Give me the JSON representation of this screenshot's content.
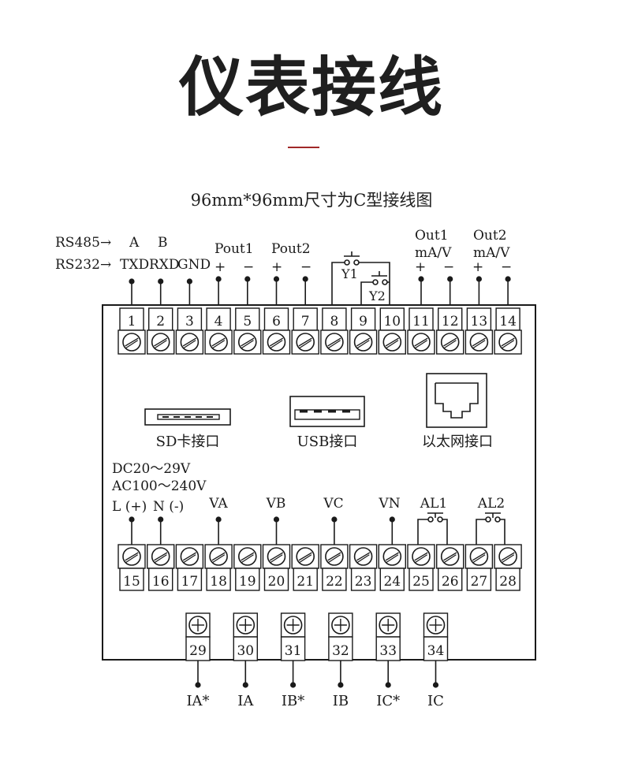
{
  "title": "仪表接线",
  "subtitle": "96mm*96mm尺寸为C型接线图",
  "accent_color": "#a02828",
  "comm": {
    "rs485": "RS485",
    "rs232": "RS232",
    "arrow": "→",
    "rs485_pins": [
      "A",
      "B"
    ],
    "rs232_pins": [
      "TXD",
      "RXD",
      "GND"
    ]
  },
  "outputs": {
    "pout1": "Pout1",
    "pout2": "Pout2",
    "out1": "Out1",
    "out2": "Out2",
    "mav": "mA/V",
    "plus": "+",
    "minus": "−",
    "y1": "Y1",
    "y2": "Y2"
  },
  "top_terminals": [
    "1",
    "2",
    "3",
    "4",
    "5",
    "6",
    "7",
    "8",
    "9",
    "10",
    "11",
    "12",
    "13",
    "14"
  ],
  "ports": {
    "sd": "SD卡接口",
    "usb": "USB接口",
    "ethernet": "以太网接口"
  },
  "power": {
    "dc": "DC20～29V",
    "ac": "AC100～240V",
    "l": "L (+)",
    "n": "N (-)"
  },
  "voltage": [
    "VA",
    "VB",
    "VC",
    "VN"
  ],
  "alarms": [
    "AL1",
    "AL2"
  ],
  "middle_terminals": [
    "15",
    "16",
    "17",
    "18",
    "19",
    "20",
    "21",
    "22",
    "23",
    "24",
    "25",
    "26",
    "27",
    "28"
  ],
  "current_terminals": [
    "29",
    "30",
    "31",
    "32",
    "33",
    "34"
  ],
  "current_labels": [
    "IA*",
    "IA",
    "IB*",
    "IB",
    "IC*",
    "IC"
  ]
}
